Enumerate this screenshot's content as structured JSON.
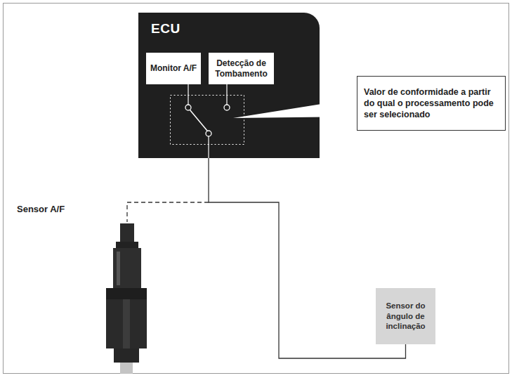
{
  "diagram": {
    "nodes": [
      {
        "text": [
          "ECU"
        ]
      },
      {
        "text": [
          "Monitor A/F"
        ],
        "in": 0
      },
      {
        "text": [
          "Detecção de Tombamento"
        ],
        "in": 0
      },
      {
        "text": [
          "Valor de conformidade a partir do qual o processamento pode ser selecionado"
        ]
      },
      {
        "text": [
          "Sensor do ângulo de inclinação"
        ]
      }
    ],
    "edges": [
      {
        "from": 0,
        "to": 4,
        "arrow": "none"
      }
    ],
    "labels": [
      "Sensor A/F"
    ]
  }
}
